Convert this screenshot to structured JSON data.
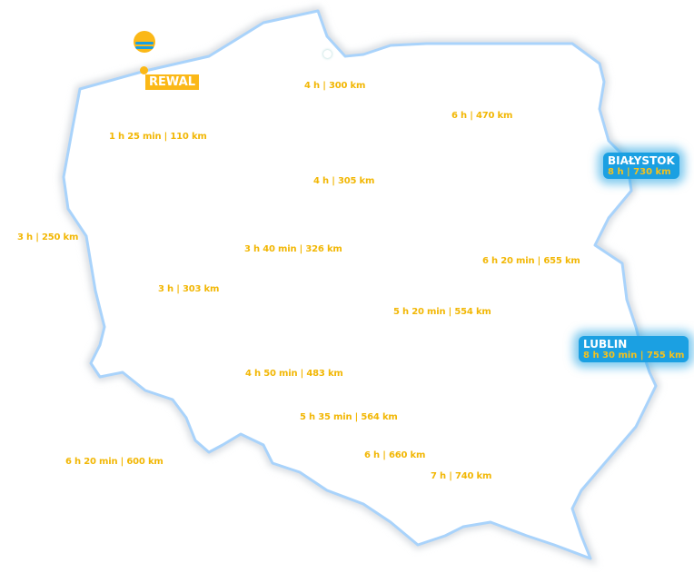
{
  "origin": {
    "name": "REWAL",
    "icon": "sun-wave-logo-icon"
  },
  "routes": [
    {
      "text": "4 h | 300 km"
    },
    {
      "text": "6 h | 470 km"
    },
    {
      "text": "1 h 25 min | 110 km"
    },
    {
      "text": "4 h | 305 km"
    },
    {
      "text": "3 h | 250 km"
    },
    {
      "text": "3 h 40 min | 326 km"
    },
    {
      "text": "6 h 20 min | 655 km"
    },
    {
      "text": "3 h | 303 km"
    },
    {
      "text": "5 h 20 min | 554 km"
    },
    {
      "text": "4 h 50 min | 483 km"
    },
    {
      "text": "5 h 35 min | 564 km"
    },
    {
      "text": "6 h | 660 km"
    },
    {
      "text": "6 h 20 min | 600 km"
    },
    {
      "text": "7 h  | 740 km"
    }
  ],
  "highlighted_cities": [
    {
      "name": "BIAŁYSTOK",
      "distance": "8 h  | 730 km"
    },
    {
      "name": "LUBLIN",
      "distance": "8 h 30 min | 755 km"
    }
  ],
  "colors": {
    "accent": "#fbb817",
    "highlight": "#1ba0e2",
    "border": "#a9d3fb"
  }
}
